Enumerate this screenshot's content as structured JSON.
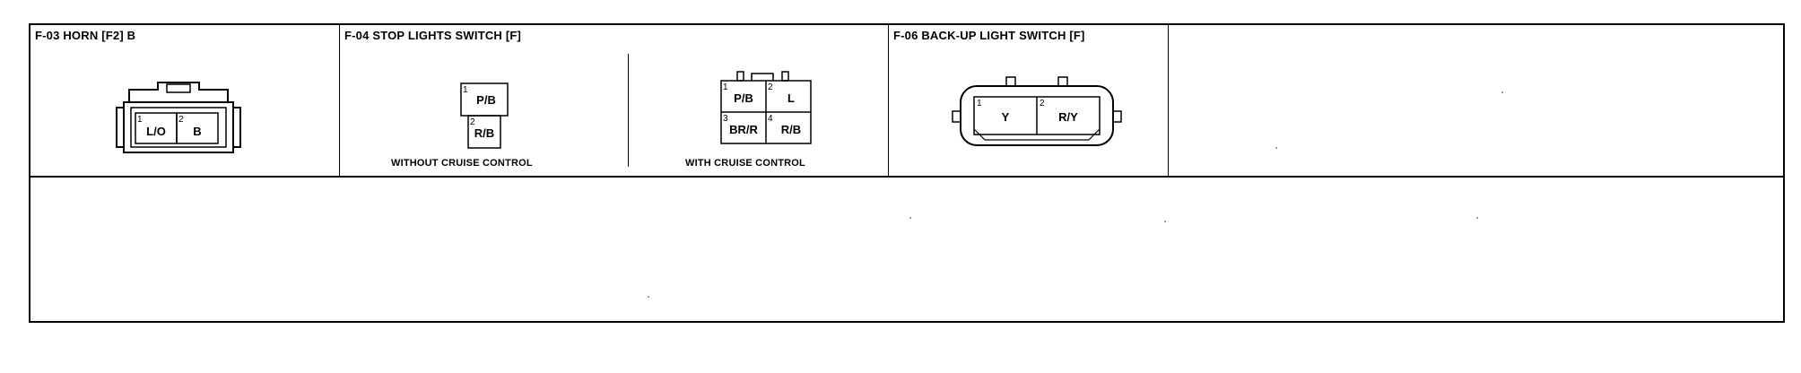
{
  "connectors": [
    {
      "id": "F-03",
      "title": "F-03 HORN [F2] B",
      "pins": [
        {
          "pin": "1",
          "wire": "L/O"
        },
        {
          "pin": "2",
          "wire": "B"
        }
      ]
    },
    {
      "id": "F-04",
      "title": "F-04 STOP LIGHTS SWITCH [F]",
      "variants": [
        {
          "caption": "WITHOUT CRUISE CONTROL",
          "pins": [
            {
              "pin": "1",
              "wire": "P/B"
            },
            {
              "pin": "2",
              "wire": "R/B"
            }
          ]
        },
        {
          "caption": "WITH CRUISE CONTROL",
          "pins": [
            {
              "pin": "1",
              "wire": "P/B"
            },
            {
              "pin": "2",
              "wire": "L"
            },
            {
              "pin": "3",
              "wire": "BR/R"
            },
            {
              "pin": "4",
              "wire": "R/B"
            }
          ]
        }
      ]
    },
    {
      "id": "F-06",
      "title": "F-06 BACK-UP LIGHT SWITCH [F]",
      "pins": [
        {
          "pin": "1",
          "wire": "Y"
        },
        {
          "pin": "2",
          "wire": "R/Y"
        }
      ]
    }
  ]
}
